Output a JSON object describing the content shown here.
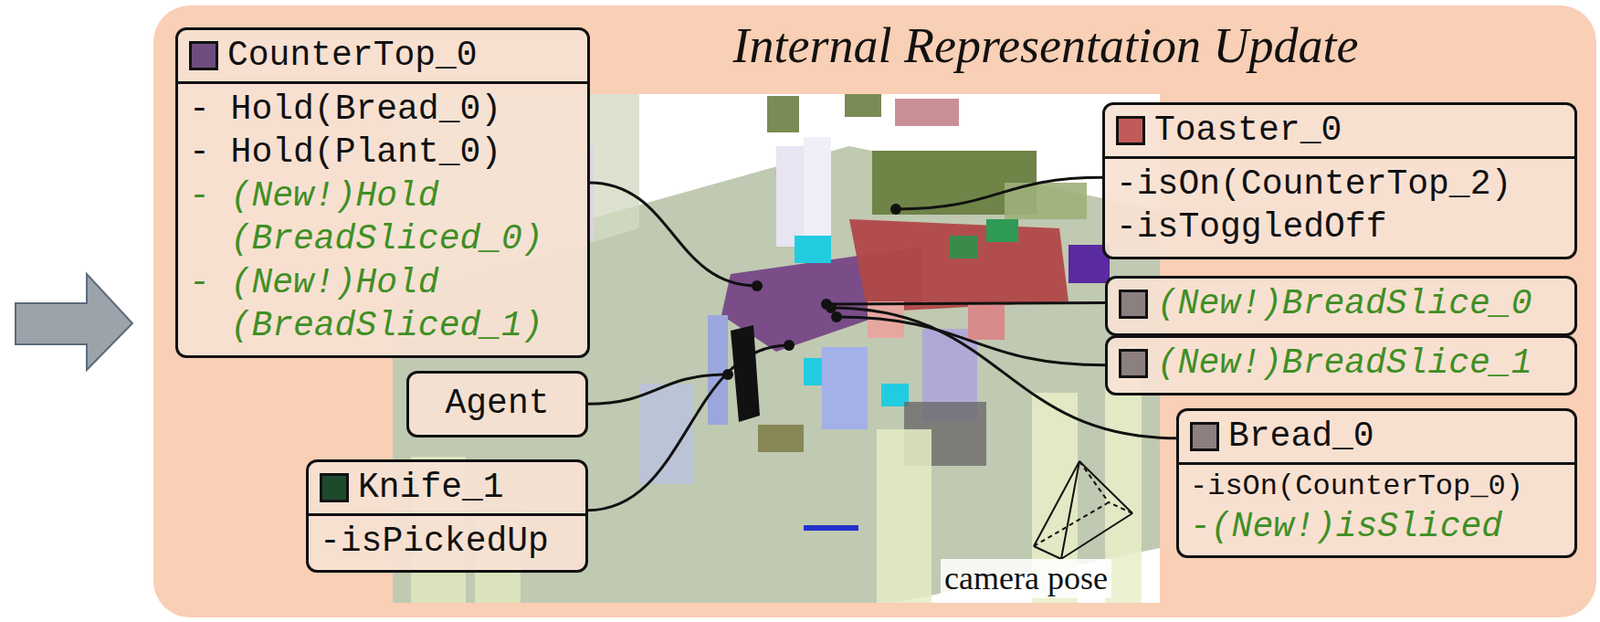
{
  "diagram": {
    "title": "Internal Representation Update",
    "nodes": [
      {
        "text": [
          "CounterTop_0",
          "- Hold(Bread_0)",
          "- Hold(Plant_0)",
          "- (New!)Hold (BreadSliced_0)",
          "- (New!)Hold (BreadSliced_1)"
        ]
      },
      {
        "text": [
          "Toaster_0",
          "-isOn(CounterTop_2)",
          "-isToggledOff"
        ]
      },
      {
        "text": [
          "(New!)BreadSlice_0"
        ]
      },
      {
        "text": [
          "(New!)BreadSlice_1"
        ]
      },
      {
        "text": [
          "Agent"
        ]
      },
      {
        "text": [
          "Bread_0",
          "-isOn(CounterTop_0)",
          "-(New!)isSliced"
        ]
      },
      {
        "text": [
          "Knife_1",
          "-isPickedUp"
        ]
      }
    ],
    "labels": [
      "camera pose"
    ]
  }
}
